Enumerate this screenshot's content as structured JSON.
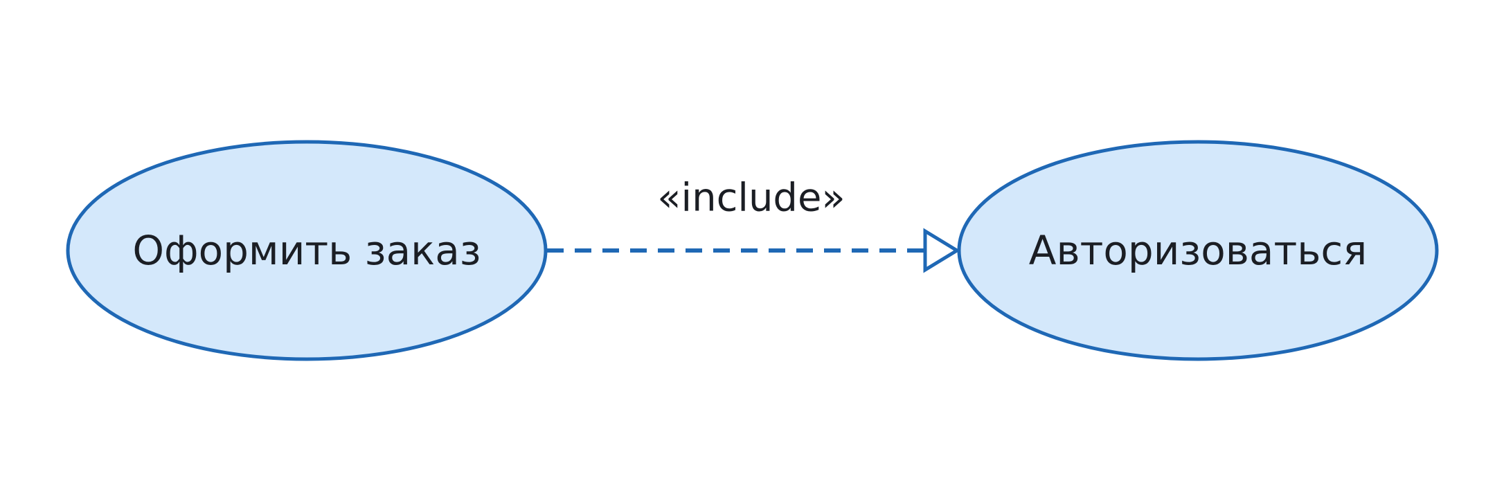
{
  "diagram": {
    "use_cases": [
      {
        "label": "Оформить заказ"
      },
      {
        "label": "Авторизоваться"
      }
    ],
    "relation": {
      "stereotype": "«include»"
    },
    "colors": {
      "fill": "#d4e8fb",
      "stroke": "#1f68b5",
      "text": "#1b1e24",
      "background": "#ffffff"
    }
  }
}
